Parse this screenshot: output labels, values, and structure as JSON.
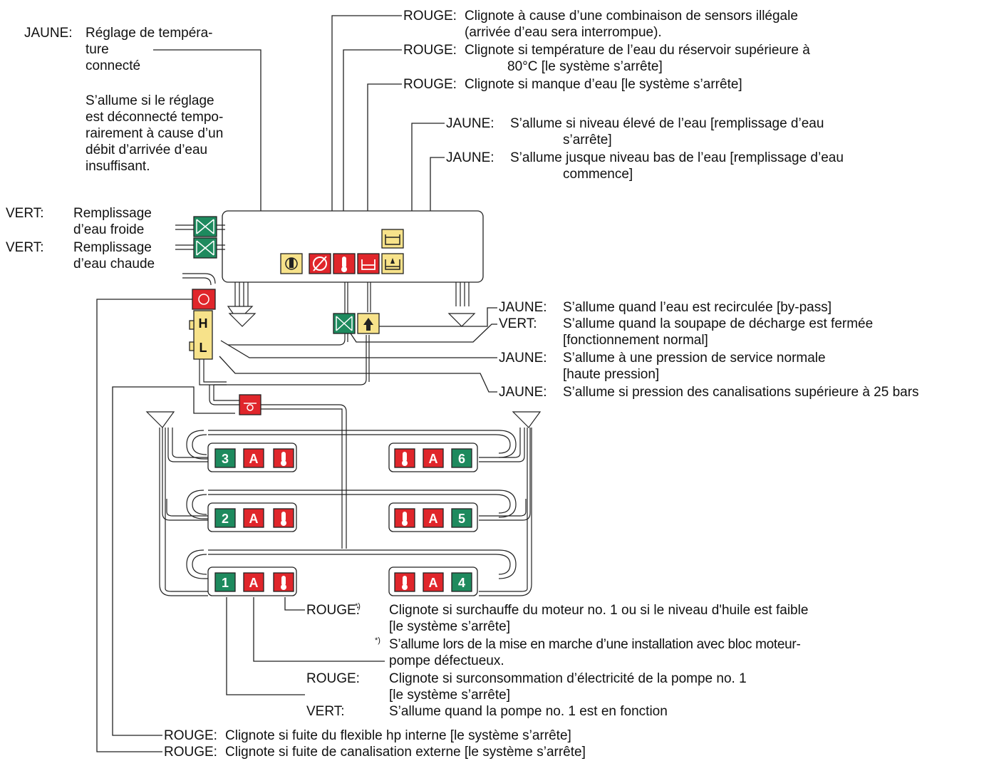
{
  "labels": {
    "top1": {
      "prefix": "ROUGE:",
      "line1": "Clignote à cause d’une combinaison de sensors illégale",
      "line2": "(arrivée d’eau sera interrompue)."
    },
    "top2": {
      "prefix": "ROUGE:",
      "line1": "Clignote si température de l’eau du réservoir supérieure à",
      "line2": "80°C [le système s’arrête]"
    },
    "top3": {
      "prefix": "ROUGE:",
      "line1": "Clignote si manque d’eau [le système s’arrête]"
    },
    "top4": {
      "prefix": "JAUNE:",
      "line1": "S’allume si niveau élevé de l’eau [remplissage d’eau",
      "line2": "s’arrête]"
    },
    "top5": {
      "prefix": "JAUNE:",
      "line1": "S’allume jusque niveau bas de l’eau [remplissage d’eau",
      "line2": "commence]"
    },
    "temp": {
      "prefix": "JAUNE:",
      "line1": "Réglage de tempéra-",
      "line2": "ture",
      "line3": "connecté",
      "line4": "S’allume si le réglage",
      "line5": "est déconnecté tempo-",
      "line6": "rairement à cause d’un",
      "line7": "débit d’arrivée d’eau",
      "line8": "insuffisant."
    },
    "vert1": {
      "prefix": "VERT:",
      "line1": "Remplissage",
      "line2": "d’eau froide"
    },
    "vert2": {
      "prefix": "VERT:",
      "line1": "Remplissage",
      "line2": "d’eau chaude"
    },
    "right1": {
      "prefix": "JAUNE:",
      "line1": "S’allume quand l’eau est recirculée [by-pass]"
    },
    "right2": {
      "prefix": "VERT:",
      "line1": "S’allume quand la soupape de décharge est fermée",
      "line2": "[fonctionnement normal]"
    },
    "right3": {
      "prefix": "JAUNE:",
      "line1": "S’allume à une pression de service normale",
      "line2": "[haute pression]"
    },
    "right4": {
      "prefix": "JAUNE:",
      "line1": "S’allume si pression des canalisations supérieure à 25 bars"
    },
    "pump1": {
      "prefix": "ROUGE:",
      "star": "*)",
      "line1": "Clignote si surchauffe du moteur no. 1 ou si le niveau d'huile est faible",
      "line2": "[le système s’arrête]"
    },
    "pump2": {
      "star": "*)",
      "line1": "S’allume lors de la mise en marche d’une installation avec bloc moteur-",
      "line2": "pompe défectueux."
    },
    "pump3": {
      "prefix": "ROUGE:",
      "line1": "Clignote si surconsommation d’électricité de la pompe no. 1",
      "line2": "[le système s’arrête]"
    },
    "pump4": {
      "prefix": "VERT:",
      "line1": "S’allume quand la pompe no. 1 est en fonction"
    },
    "bottom1": {
      "prefix": "ROUGE:",
      "line1": "Clignote si fuite du flexible hp interne [le système s’arrête]"
    },
    "bottom2": {
      "prefix": "ROUGE:",
      "line1": "Clignote si fuite de canalisation externe [le système s’arrête]"
    }
  },
  "indicators": {
    "high_label": "H",
    "low_label": "L",
    "pump_units": [
      {
        "number": "1",
        "alarm": "A"
      },
      {
        "number": "2",
        "alarm": "A"
      },
      {
        "number": "3",
        "alarm": "A"
      },
      {
        "number": "4",
        "alarm": "A"
      },
      {
        "number": "5",
        "alarm": "A"
      },
      {
        "number": "6",
        "alarm": "A"
      }
    ]
  },
  "colors": {
    "green": "#1e8a5e",
    "red": "#e0262b",
    "yellow": "#f7e28a"
  }
}
